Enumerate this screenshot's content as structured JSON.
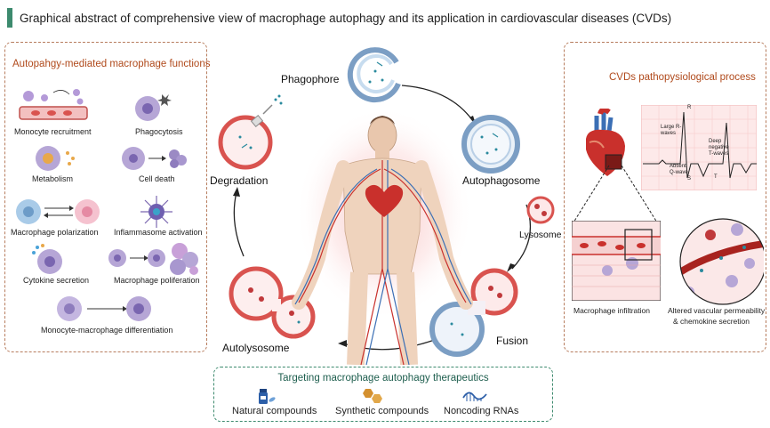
{
  "header": {
    "title": "Graphical abstract of comprehensive view of macrophage autophagy and its application in cardiovascular diseases (CVDs)",
    "accent_color": "#3d8a6e"
  },
  "left_panel": {
    "title": "Autopahgy-mediated macrophage functions",
    "items": [
      {
        "label": "Monocyte  recruitment",
        "icon": "monocyte-vessel-icon"
      },
      {
        "label": "Phagocytosis",
        "icon": "phagocytosis-icon"
      },
      {
        "label": "Metabolism",
        "icon": "metabolism-icon"
      },
      {
        "label": "Cell death",
        "icon": "cell-death-icon"
      },
      {
        "label": "Macrophage  polarization",
        "icon": "polarization-icon"
      },
      {
        "label": "Inflammasome activation",
        "icon": "inflammasome-icon"
      },
      {
        "label": "Cytokine secretion",
        "icon": "cytokine-icon"
      },
      {
        "label": "Macrophage poliferation",
        "icon": "proliferation-icon"
      },
      {
        "label": "Monocyte-macrophage differentiation",
        "icon": "differentiation-icon"
      }
    ]
  },
  "cycle": {
    "stages": {
      "phagophore": "Phagophore",
      "autophagosome": "Autophagosome",
      "lysosome": "Lysosome",
      "fusion": "Fusion",
      "autolysosome": "Autolysosome",
      "degradation": "Degradation"
    }
  },
  "right_panel": {
    "title": "CVDs pathopysiological process",
    "ecg_labels": {
      "r": "R",
      "large_r": "Large R-\nwaves",
      "deep_t": "Deep\nnegative\nT-waves",
      "absent_q": "Absent\nQ-wave",
      "s": "S",
      "t": "T"
    },
    "infiltration": "Macrophage infiltration",
    "permeability_1": "Altered vascular permeability",
    "permeability_2": "& chemokine secretion"
  },
  "therapeutics": {
    "title": "Targeting macrophage autophagy therapeutics",
    "items": [
      {
        "label": "Natural compounds",
        "icon": "pill-bottle-icon"
      },
      {
        "label": "Synthetic compounds",
        "icon": "molecule-icon"
      },
      {
        "label": "Noncoding RNAs",
        "icon": "rna-icon"
      }
    ]
  },
  "colors": {
    "panel_border": "#b77c5d",
    "panel_title": "#b04a1c",
    "membrane_red": "#d9534f",
    "membrane_blue": "#7b9ec4",
    "cell_purple": "#9b8ac4"
  }
}
